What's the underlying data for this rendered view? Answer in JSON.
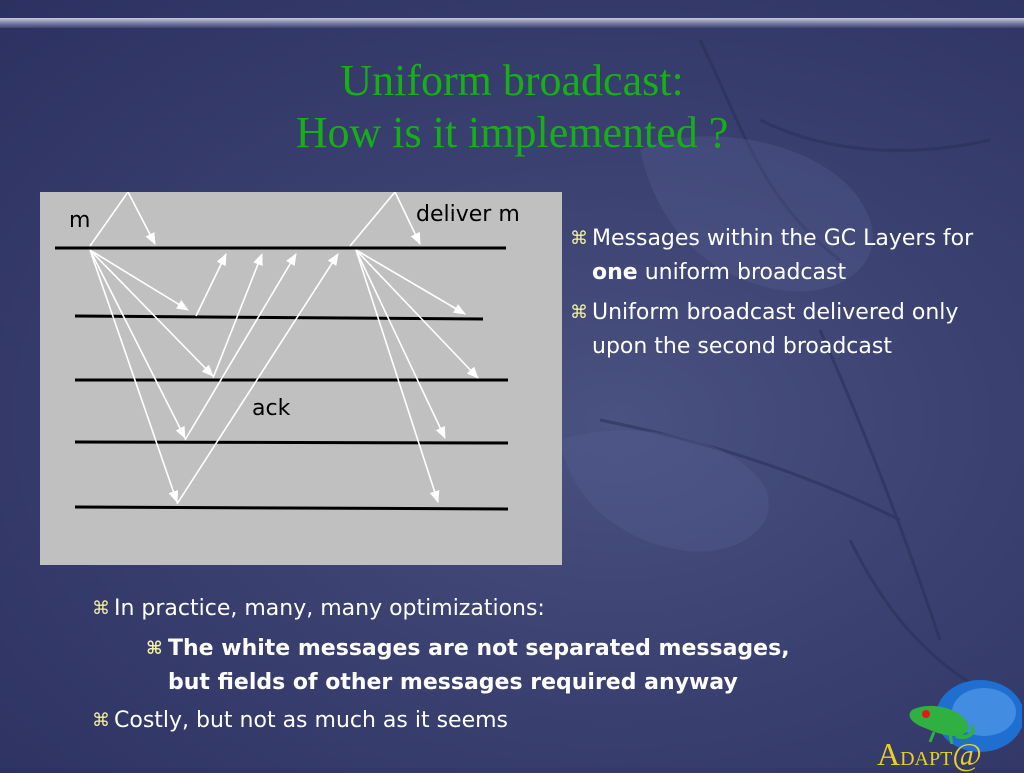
{
  "slide": {
    "title_line1": "Uniform broadcast:",
    "title_line2": "How is it implemented ?"
  },
  "diagram": {
    "label_m": "m",
    "label_deliver": "deliver m",
    "label_ack": "ack"
  },
  "right_bullets": {
    "glyph": "⌘",
    "b1_pre": "Messages within the GC Layers for ",
    "b1_bold": "one",
    "b1_post": " uniform broadcast",
    "b2": "Uniform broadcast delivered only upon the second broadcast"
  },
  "bottom_bullets": {
    "glyph": "⌘",
    "b1": "In practice, many, many optimizations:",
    "sub1_line1": "The white messages are not separated messages,",
    "sub1_line2": "but fields of other messages required anyway",
    "b2": "Costly, but not as much as it seems"
  },
  "logo": {
    "first_letter": "A",
    "rest": "DAPT",
    "at_symbol": "@"
  },
  "colors": {
    "title": "#16b016",
    "background": "#3a4070",
    "panel": "#c0c0c0",
    "bullet_glyph": "#f2f2a0"
  }
}
